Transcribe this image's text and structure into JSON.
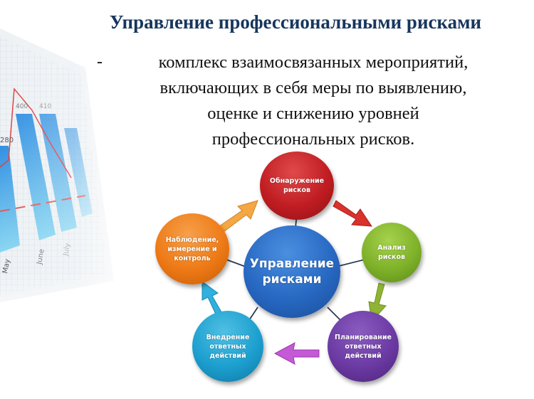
{
  "slide": {
    "title": "Управление профессиональными рисками",
    "bullet_marker": "-",
    "description_lines": [
      "комплекс взаимосвязанных мероприятий,",
      "включающих в себя меры по выявлению,",
      "оценке и снижению уровней",
      "профессиональных рисков."
    ]
  },
  "background_chart": {
    "labels": [
      "280",
      "400",
      "410"
    ],
    "months": [
      "May",
      "June",
      "July"
    ]
  },
  "diagram": {
    "center": {
      "lines": [
        "Управление",
        "рисками"
      ],
      "color": "#2768c2"
    },
    "nodes": [
      {
        "id": "detect",
        "lines": [
          "Обнаружение",
          "рисков"
        ],
        "color": "#c01d22"
      },
      {
        "id": "analysis",
        "lines": [
          "Анализ",
          "рисков"
        ],
        "color": "#7fb12a"
      },
      {
        "id": "plan",
        "lines": [
          "Планирование",
          "ответных",
          "действий"
        ],
        "color": "#6b3aa3"
      },
      {
        "id": "impl",
        "lines": [
          "Внедрение",
          "ответных",
          "действий"
        ],
        "color": "#1c9fcf"
      },
      {
        "id": "monitor",
        "lines": [
          "Наблюдение,",
          "измерение и",
          "контроль"
        ],
        "color": "#ee7a16"
      }
    ],
    "arrow_colors": {
      "detect_to_analysis": "#d9312c",
      "analysis_to_plan": "#8fb433",
      "plan_to_impl": "#c45ad6",
      "impl_to_monitor": "#2fb0de",
      "monitor_to_detect": "#f4a743"
    }
  }
}
